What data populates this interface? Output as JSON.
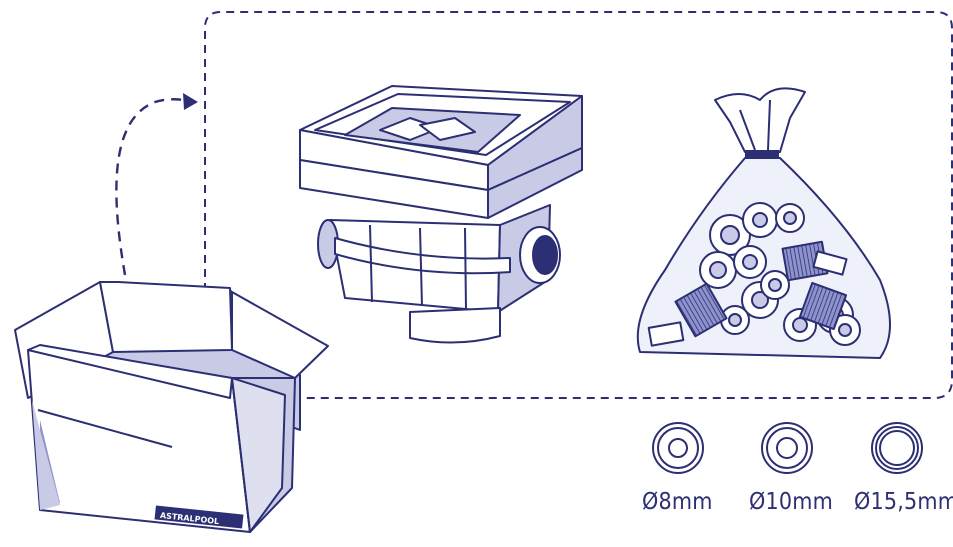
{
  "colors": {
    "ink": "#2c2f73",
    "fill_light": "#c9cbe6",
    "fill_mid": "#8f93cc"
  },
  "box": {
    "brand": "ASTRALPOOL"
  },
  "washers": [
    {
      "label": "Ø8mm",
      "icon": "washer-small-icon"
    },
    {
      "label": "Ø10mm",
      "icon": "washer-medium-icon"
    },
    {
      "label": "Ø15,5mm",
      "icon": "washer-large-icon"
    }
  ]
}
